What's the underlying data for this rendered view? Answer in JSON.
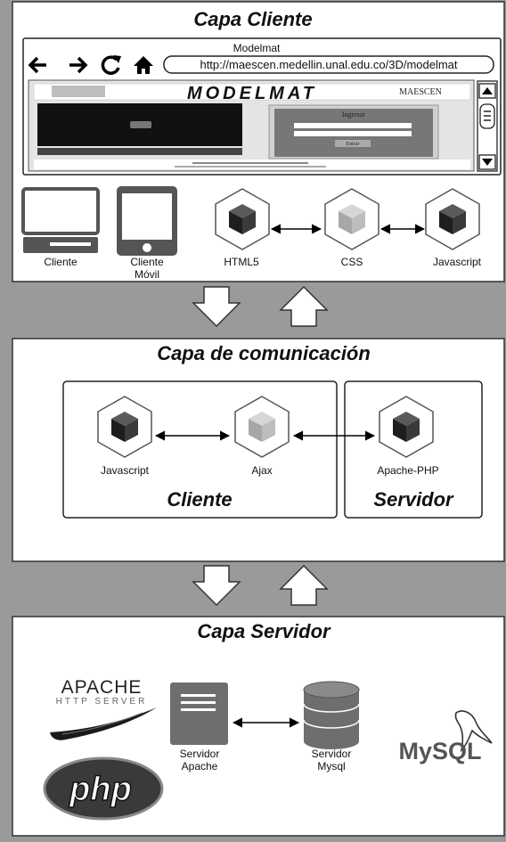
{
  "client_layer": {
    "title": "Capa Cliente",
    "browser": {
      "tab_title": "Modelmat",
      "url": "http://maescen.medellin.unal.edu.co/3D/modelmat",
      "back_icon": "arrow-left-icon",
      "forward_icon": "arrow-right-icon",
      "reload_icon": "reload-icon",
      "home_icon": "home-icon",
      "site": {
        "logo_text": "MODELMAT",
        "org_text": "MAESCEN",
        "login_title": "Ingresar",
        "login_button": "Entrar"
      }
    },
    "devices": [
      "Cliente",
      "Cliente Móvil"
    ],
    "technologies": [
      "HTML5",
      "CSS",
      "Javascript"
    ]
  },
  "communication_layer": {
    "title": "Capa de comunicación",
    "client_box": {
      "label": "Cliente",
      "items": [
        "Javascript",
        "Ajax"
      ]
    },
    "server_box": {
      "label": "Servidor",
      "items": [
        "Apache-PHP"
      ]
    }
  },
  "server_layer": {
    "title": "Capa Servidor",
    "logos": {
      "apache_1": "APACHE",
      "apache_2": "HTTP SERVER",
      "php": "php",
      "mysql": "MySQL"
    },
    "servers": [
      {
        "line1": "Servidor",
        "line2": "Apache"
      },
      {
        "line1": "Servidor",
        "line2": "Mysql"
      }
    ]
  },
  "colors": {
    "background": "#9a9a9a",
    "panel": "#ffffff",
    "cube_dark": "#2b2b2b",
    "cube_light": "#b9b9b9",
    "server_fill": "#6e6e6e"
  }
}
